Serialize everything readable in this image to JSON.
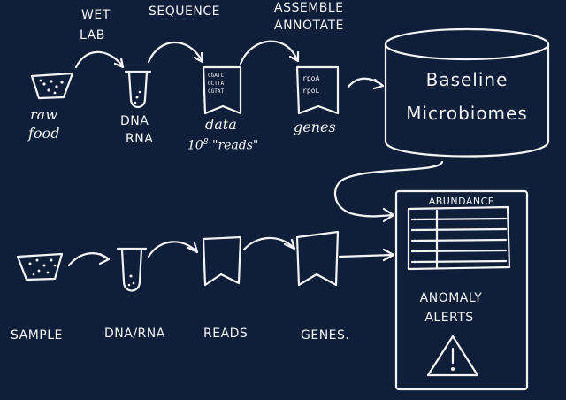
{
  "colors": {
    "background": "#0f1f3a",
    "ink": "#f4f4f4"
  },
  "top_steps": {
    "wet_lab": [
      "WET",
      "LAB"
    ],
    "sequence": "SEQUENCE",
    "assemble": [
      "ASSEMBLE",
      "ANNOTATE"
    ]
  },
  "top_nodes": {
    "raw_food": [
      "raw",
      "food"
    ],
    "dna_rna": [
      "DNA",
      "RNA"
    ],
    "data": "data",
    "reads_count": "10",
    "reads_exp": "8",
    "reads_word": "\"reads\"",
    "genes": "genes",
    "sequence_snippets": [
      "CGATC",
      "GCTTA",
      "CGTAT"
    ],
    "gene_snippets": [
      "rpoA",
      "rpoL"
    ]
  },
  "database": [
    "Baseline",
    "Microbiomes"
  ],
  "bottom_nodes": {
    "sample": "SAMPLE",
    "dna_rna": "DNA/RNA",
    "reads": "READS",
    "genes": "GENES."
  },
  "panel": {
    "abundance": "ABUNDANCE",
    "anomaly": [
      "ANOMALY",
      "ALERTS"
    ],
    "alert_icon": "warning-triangle-icon"
  }
}
